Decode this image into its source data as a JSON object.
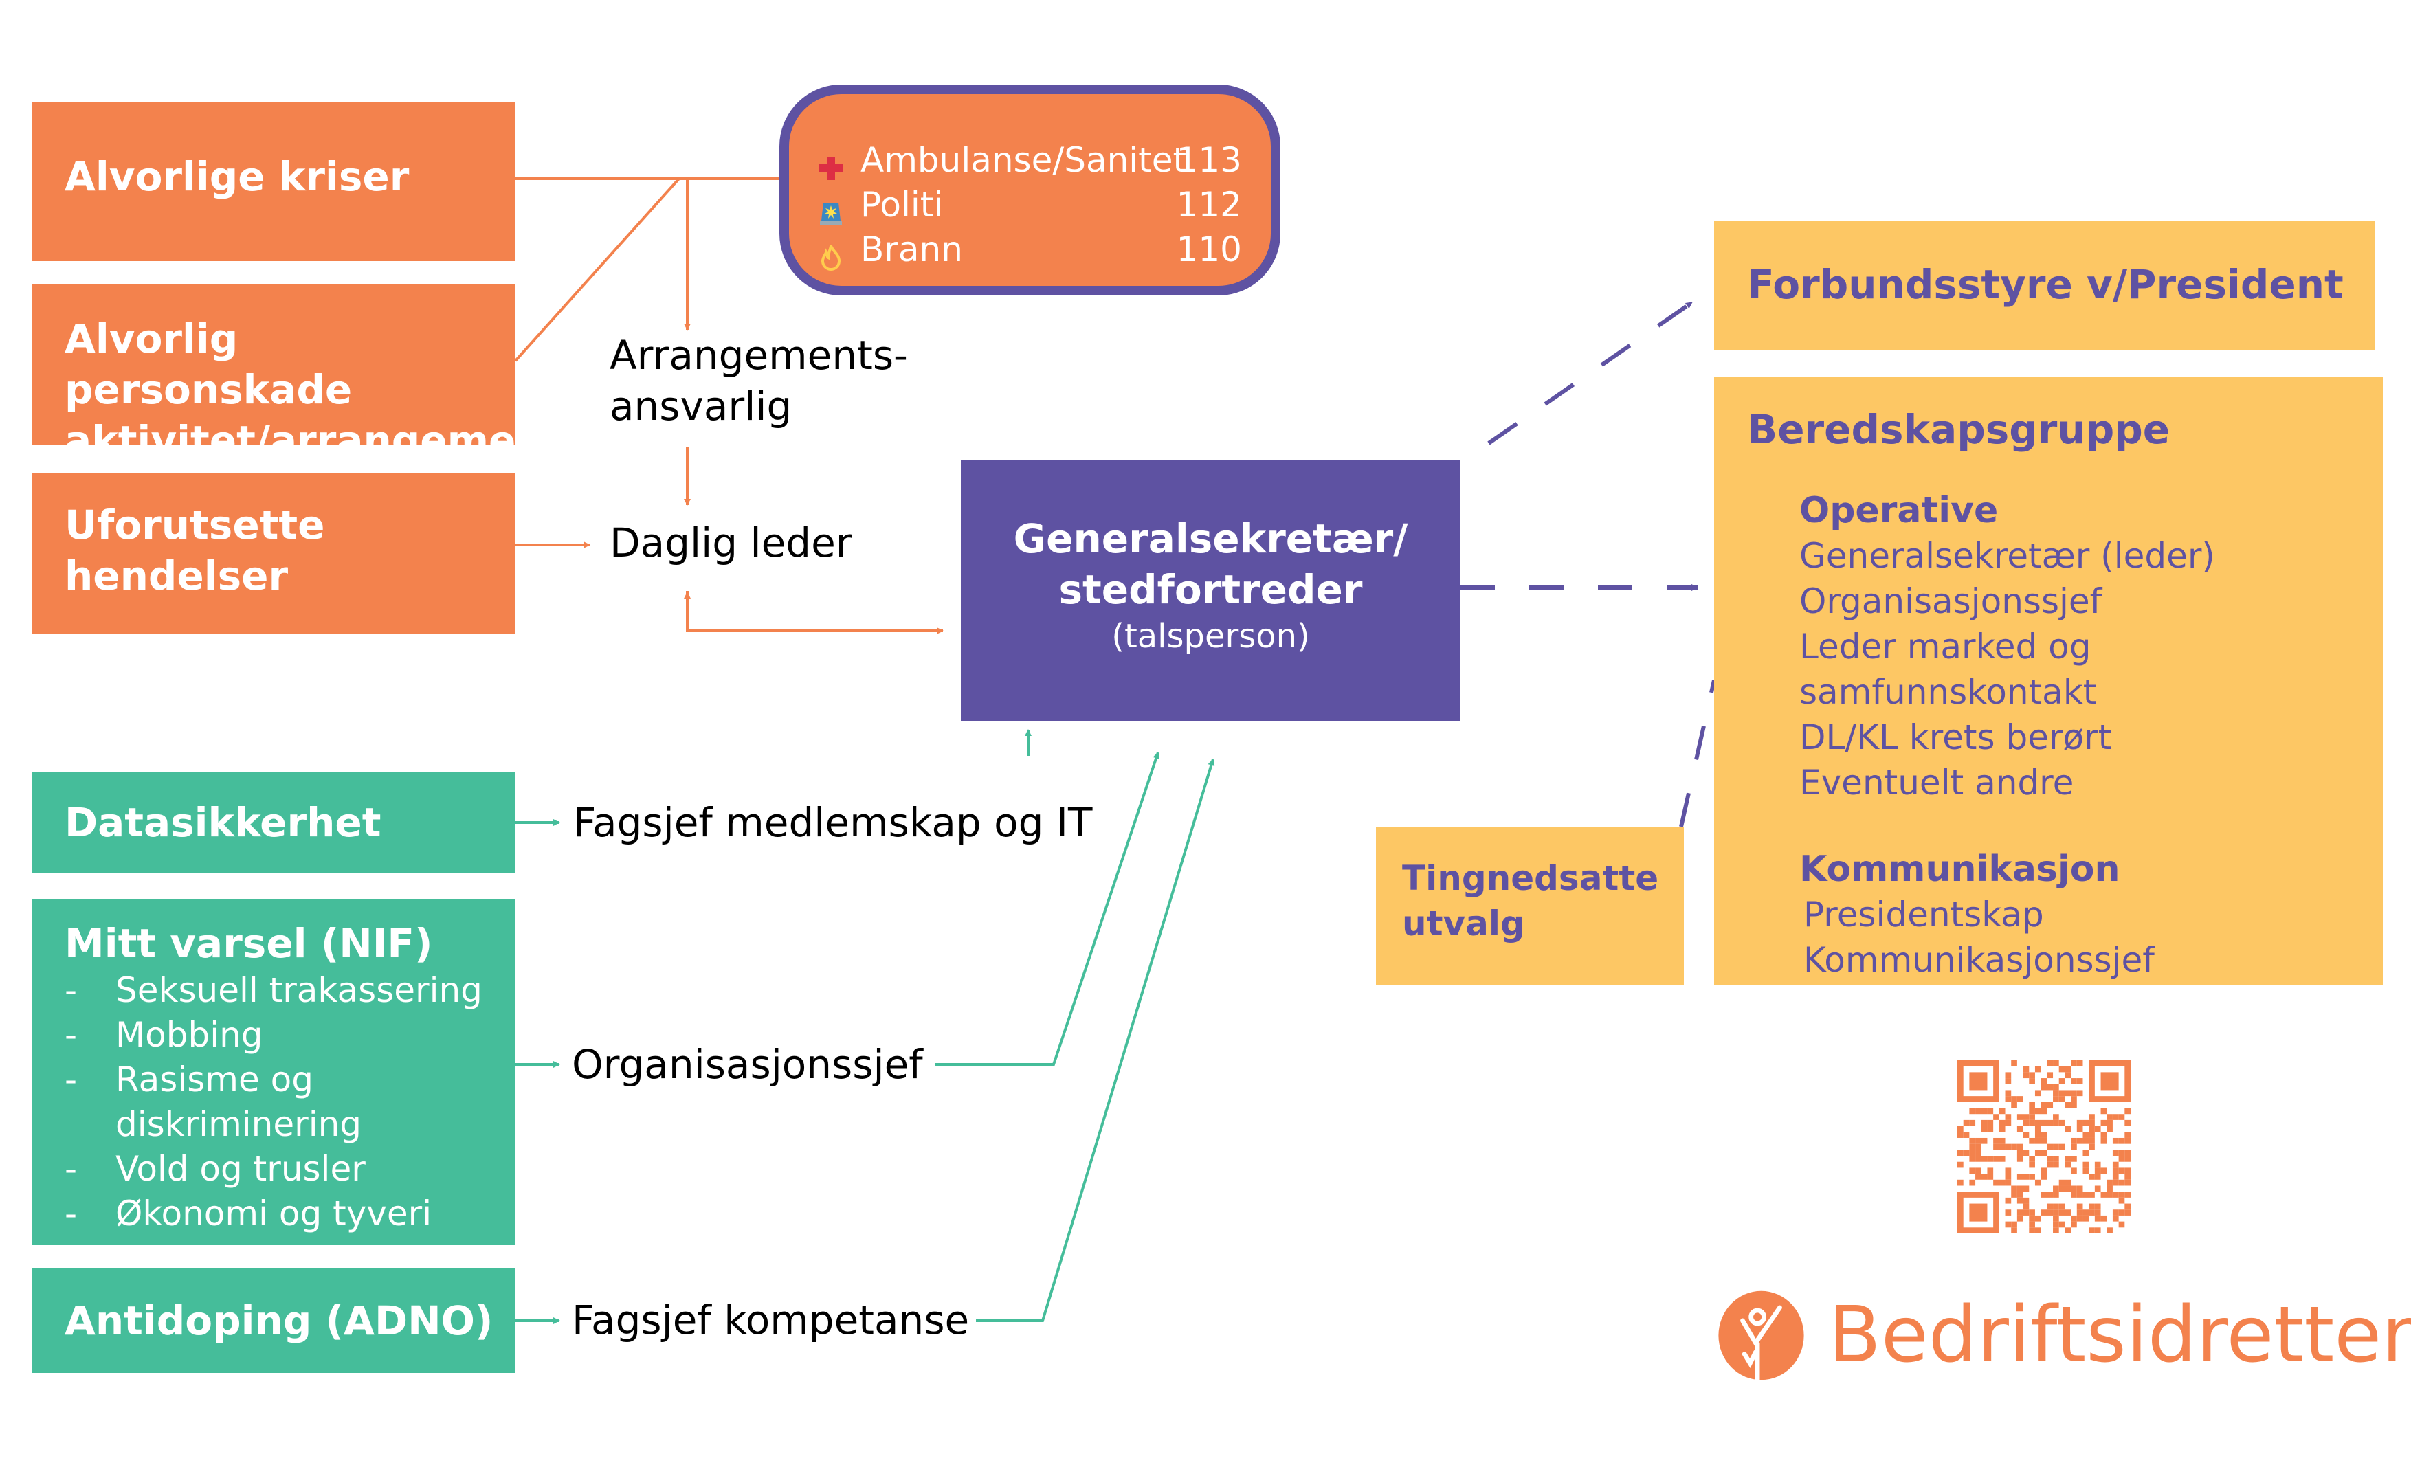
{
  "colors": {
    "orange": "#F3824D",
    "teal": "#45BD9A",
    "yellow": "#FDC764",
    "purple": "#5E52A2"
  },
  "incident_sources": [
    {
      "label": "Alvorlige kriser"
    },
    {
      "label": "Alvorlig personskade aktivitet/arrangement"
    },
    {
      "label": "Uforutsette hendelser"
    }
  ],
  "emergency_numbers": [
    {
      "icon": "red-cross-icon",
      "name": "Ambulanse/Sanitet",
      "number": "113"
    },
    {
      "icon": "police-light-icon",
      "name": "Politi",
      "number": "112"
    },
    {
      "icon": "fire-icon",
      "name": "Brann",
      "number": "110"
    }
  ],
  "intermediaries": {
    "arrangement": "Arrangements-\nansvarlig",
    "arrangement_line1": "Arrangements-",
    "arrangement_line2": "ansvarlig",
    "daglig_leder": "Daglig leder",
    "fagsjef_it": "Fagsjef medlemskap og IT",
    "org_sjef": "Organisasjonssjef",
    "fagsjef_kompetanse": "Fagsjef kompetanse"
  },
  "central": {
    "title_line1": "Generalsekretær/",
    "title_line2": "stedfortreder",
    "subtitle": "(talsperson)"
  },
  "reporting_channels": {
    "datasikkerhet": "Datasikkerhet",
    "mitt_varsel": {
      "title": "Mitt varsel (NIF)",
      "items": [
        "Seksuell trakassering",
        "Mobbing",
        "Rasisme og diskriminering",
        "Vold og trusler",
        "Økonomi og tyveri"
      ]
    },
    "antidoping": "Antidoping (ADNO)"
  },
  "forbundsstyre": "Forbundsstyre v/President",
  "beredskapsgruppe": {
    "title": "Beredskapsgruppe",
    "operative_title": "Operative",
    "operative": [
      "Generalsekretær (leder)",
      "Organisasjonssjef",
      "Leder marked og samfunnskontakt",
      "DL/KL krets berørt",
      "Eventuelt andre"
    ],
    "kommunikasjon_title": "Kommunikasjon",
    "kommunikasjon": [
      "Presidentskap",
      "Kommunikasjonssjef"
    ]
  },
  "tingnedsatte": {
    "line1": "Tingnedsatte",
    "line2": "utvalg"
  },
  "brand": {
    "name": "Bedriftsidretten"
  }
}
